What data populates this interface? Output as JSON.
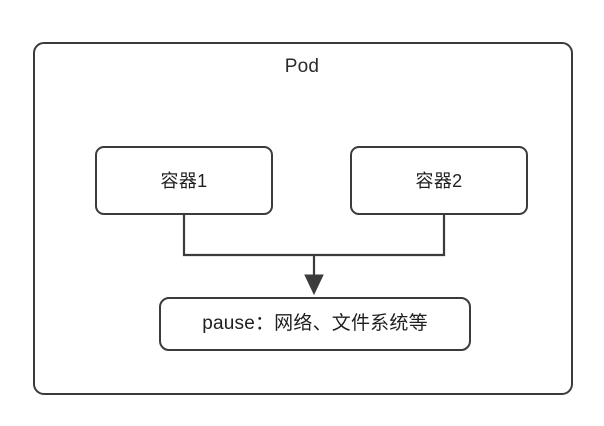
{
  "diagram": {
    "title": "Pod",
    "outer_box": {
      "label": "Pod",
      "name": "pod-box"
    },
    "containers": [
      {
        "label": "容器1",
        "name": "container1"
      },
      {
        "label": "容器2",
        "name": "container2"
      }
    ],
    "shared_infra": {
      "label": "pause：网络、文件系统等",
      "name": "pause-container"
    },
    "connections": [
      {
        "from": "容器1",
        "to": "pause：网络、文件系统等",
        "style": "orthogonal"
      },
      {
        "from": "容器2",
        "to": "pause：网络、文件系统等",
        "style": "orthogonal",
        "arrow": "down"
      }
    ],
    "colors": {
      "stroke": "#3b3b3b",
      "background": "#ffffff",
      "text": "#1f1f1f",
      "arrow_fill": "#3b3b3b"
    }
  }
}
